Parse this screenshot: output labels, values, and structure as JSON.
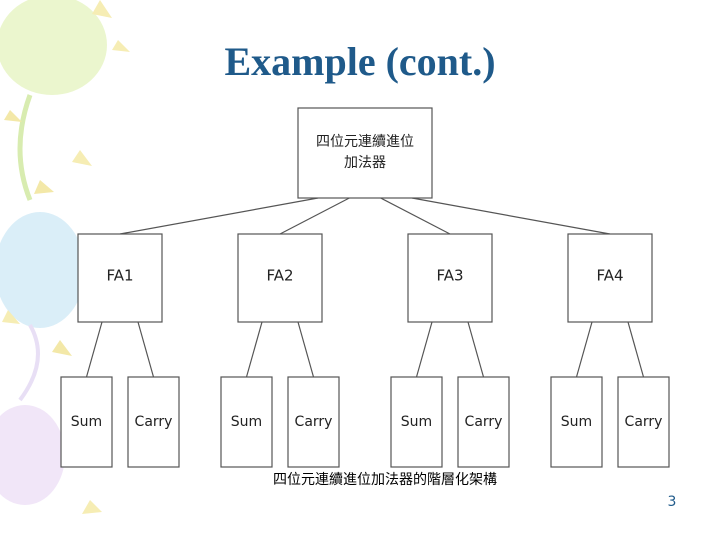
{
  "slide": {
    "title": "Example (cont.)",
    "caption": "四位元連續進位加法器的階層化架構",
    "page_number": "3"
  },
  "diagram": {
    "root": {
      "line1": "四位元連續進位",
      "line2": "加法器"
    },
    "adders": [
      {
        "label": "FA1",
        "outputs": [
          "Sum",
          "Carry"
        ]
      },
      {
        "label": "FA2",
        "outputs": [
          "Sum",
          "Carry"
        ]
      },
      {
        "label": "FA3",
        "outputs": [
          "Sum",
          "Carry"
        ]
      },
      {
        "label": "FA4",
        "outputs": [
          "Sum",
          "Carry"
        ]
      }
    ]
  },
  "colors": {
    "title": "#1f5a8a",
    "line": "#555555",
    "box_fill": "#ffffff"
  }
}
